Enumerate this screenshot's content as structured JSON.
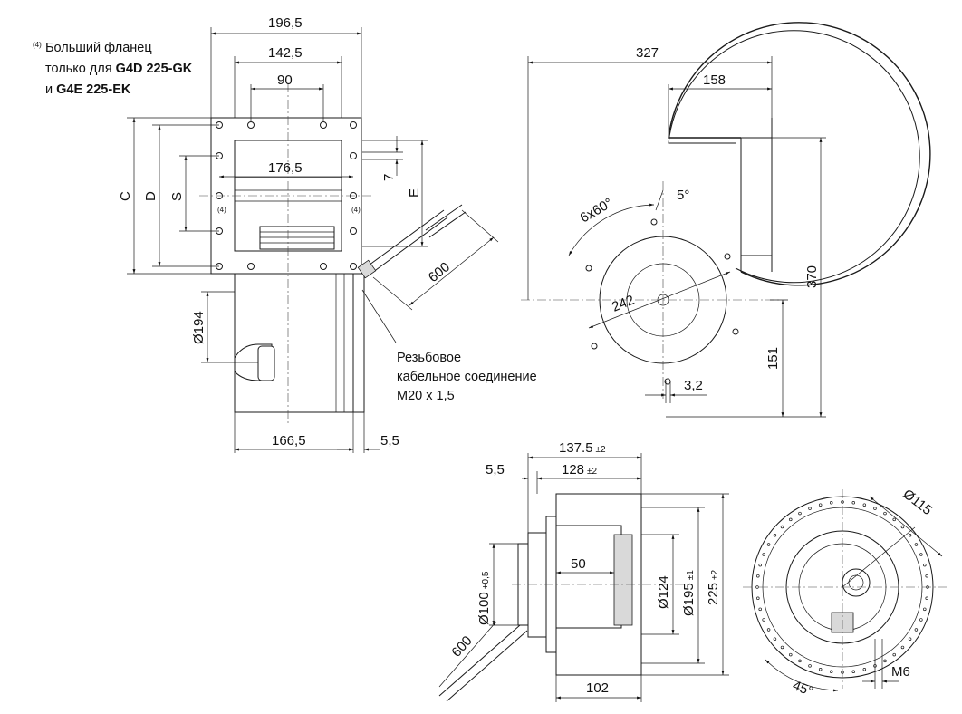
{
  "notes": {
    "flange_marker": "(4)",
    "flange_line1": "Больший фланец",
    "flange_line2_prefix": "только для ",
    "flange_line2_model": "G4D 225-GK",
    "flange_line3_prefix": "и ",
    "flange_line3_model": "G4E 225-EK",
    "cable_line1": "Резьбовое",
    "cable_line2": "кабельное соединение",
    "cable_line3": "M20 x 1,5",
    "hole_marker_left": "(4)",
    "hole_marker_right": "(4)"
  },
  "front_view": {
    "d_196_5": "196,5",
    "d_142_5": "142,5",
    "d_90": "90",
    "d_176_5": "176,5",
    "d_7": "7",
    "label_c": "C",
    "label_d": "D",
    "label_s": "S",
    "label_e": "E",
    "d_600": "600",
    "d_194": "Ø194",
    "d_166_5": "166,5",
    "d_5_5": "5,5"
  },
  "side_view": {
    "d_327": "327",
    "d_158": "158",
    "d_6x60": "6x60°",
    "d_5deg": "5°",
    "d_242": "242",
    "d_370": "370",
    "d_151": "151",
    "d_3_2": "3,2"
  },
  "motor_side": {
    "d_137_5": "137.5",
    "d_137_5_tol": "±2",
    "d_128": "128",
    "d_128_tol": "±2",
    "d_5_5": "5,5",
    "d_50": "50",
    "d_100": "Ø100",
    "d_100_tol": "+0,5",
    "d_124": "Ø124",
    "d_195": "Ø195",
    "d_195_tol": "±1",
    "d_225": "225",
    "d_225_tol": "±2",
    "d_600": "600",
    "d_102": "102"
  },
  "motor_front": {
    "d_115": "Ø115",
    "d_45": "45°",
    "d_m6": "M6"
  }
}
